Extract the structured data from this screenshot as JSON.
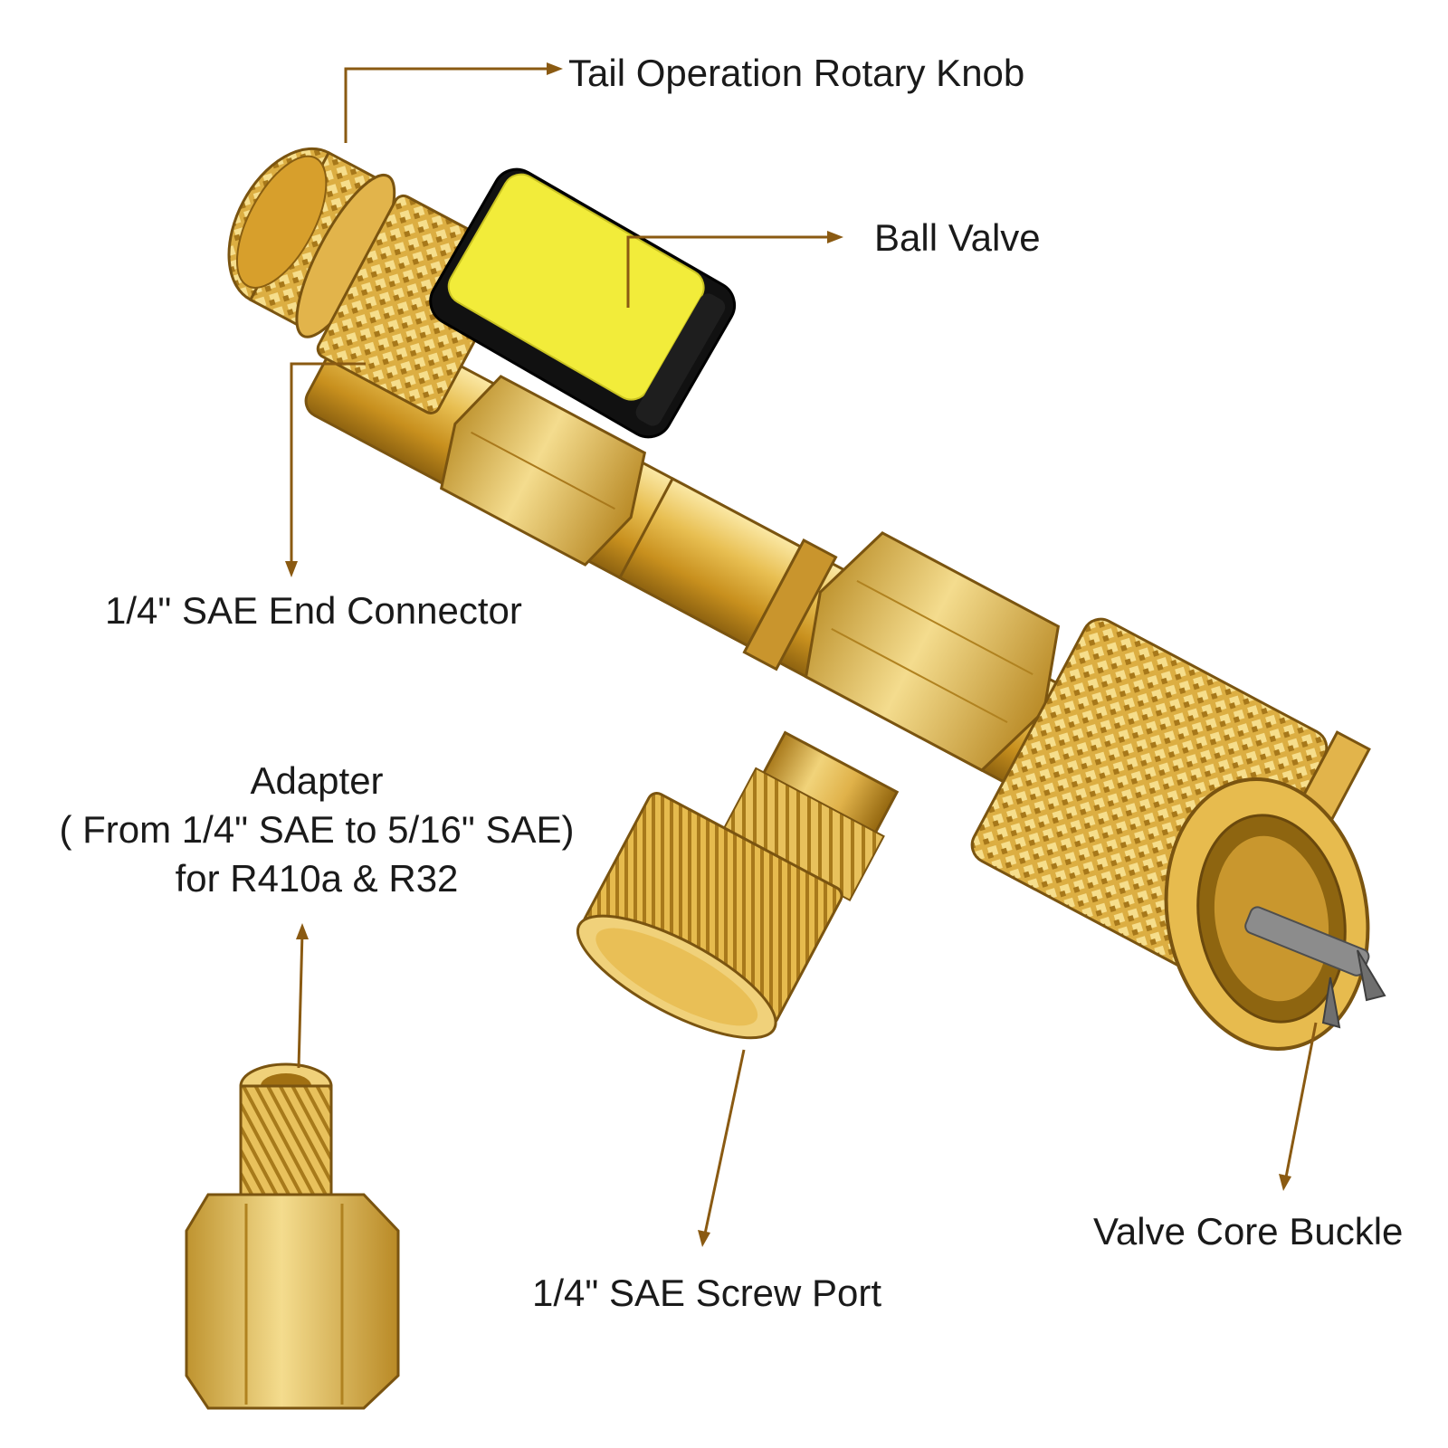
{
  "colors": {
    "brass_light": "#f3d67a",
    "brass_mid": "#d9a93a",
    "brass_dark": "#9a6d12",
    "handle_yellow": "#f2ec3a",
    "handle_black": "#111111",
    "leader_line": "#8a5a12"
  },
  "labels": {
    "knob": "Tail Operation Rotary Knob",
    "ball_valve": "Ball Valve",
    "end_connector": "1/4\" SAE End Connector",
    "adapter_title": "Adapter",
    "adapter_line2": "( From 1/4\" SAE to 5/16\" SAE)",
    "adapter_line3": "for R410a & R32",
    "screw_port": "1/4\" SAE Screw Port",
    "valve_core_buckle": "Valve Core Buckle"
  }
}
